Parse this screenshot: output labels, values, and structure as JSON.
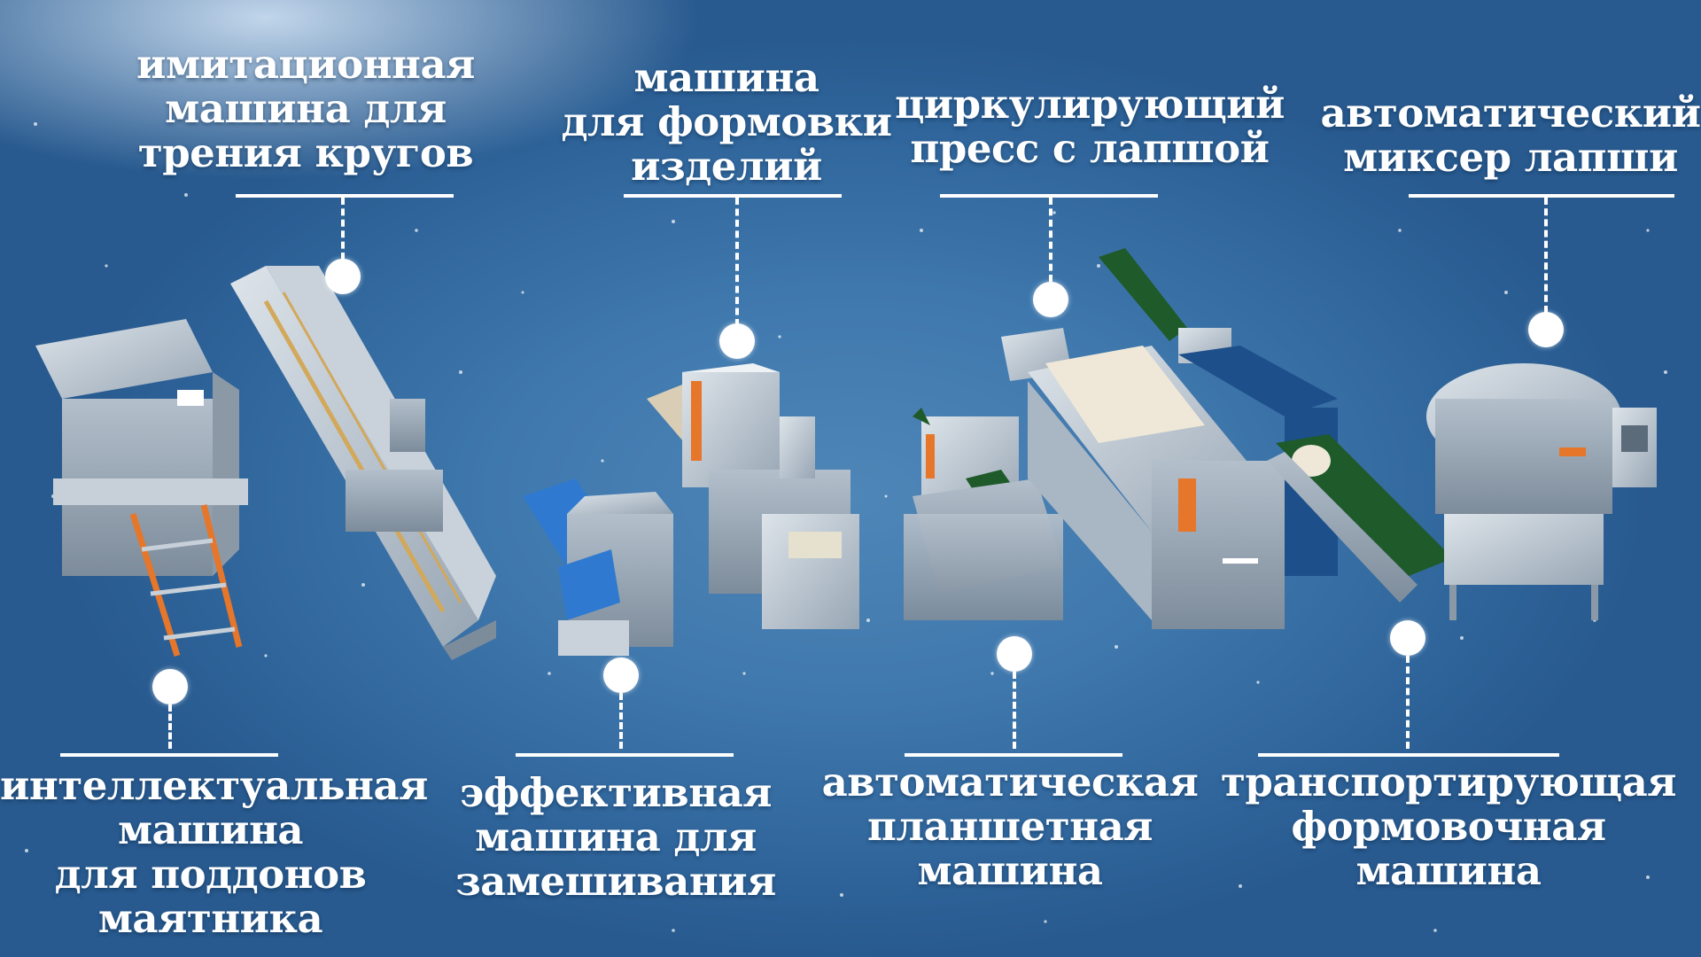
{
  "top_labels": [
    {
      "id": "imitation",
      "lines": [
        "имитационная",
        "машина для",
        "трения кругов"
      ]
    },
    {
      "id": "forming",
      "lines": [
        "машина",
        "для формовки",
        "изделий"
      ]
    },
    {
      "id": "circulating",
      "lines": [
        "циркулирующий",
        "пресс с лапшой"
      ]
    },
    {
      "id": "mixer",
      "lines": [
        "автоматический",
        "миксер лапши"
      ]
    }
  ],
  "bottom_labels": [
    {
      "id": "pendulum",
      "lines": [
        "интеллектуальная",
        "машина",
        "для поддонов",
        "маятника"
      ]
    },
    {
      "id": "kneading",
      "lines": [
        "эффективная",
        "машина для",
        "замешивания"
      ]
    },
    {
      "id": "tablet",
      "lines": [
        "автоматическая",
        "планшетная",
        "машина"
      ]
    },
    {
      "id": "conveyor",
      "lines": [
        "транспортирующая",
        "формовочная",
        "машина"
      ]
    }
  ],
  "colors": {
    "background": "#3f78ad",
    "label_text": "#ffffff",
    "steel": "#b9c4cf",
    "belt_green": "#1f5a2a",
    "panel_blue": "#1d4f8a",
    "accent_orange": "#e6762a"
  }
}
